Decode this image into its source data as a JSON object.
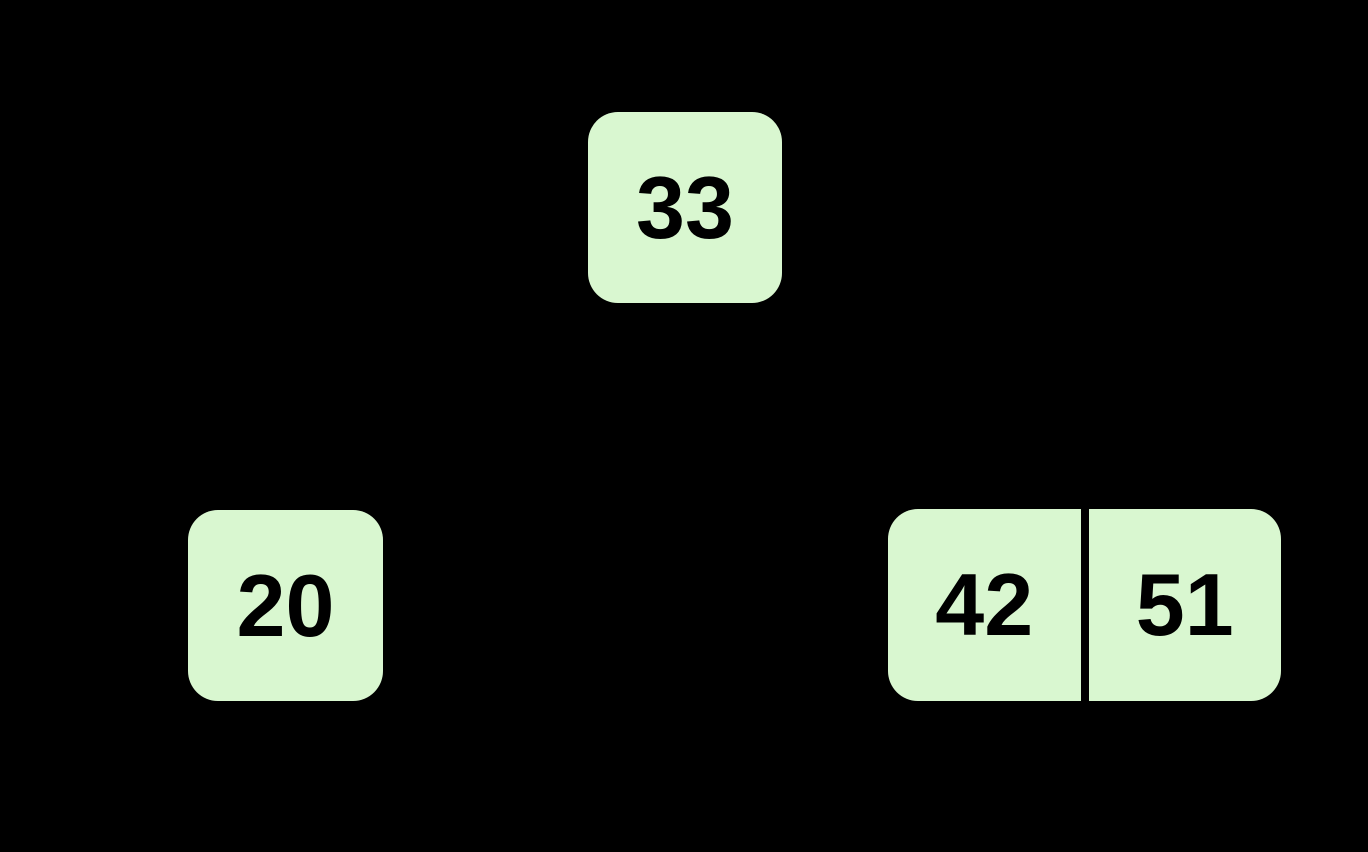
{
  "diagram": {
    "kind": "b-tree-nodes",
    "colors": {
      "background": "#000000",
      "node-fill": "#d9f7d0",
      "node-text": "#000000",
      "divider": "#000000"
    },
    "nodes": [
      {
        "id": "root",
        "keys": [
          "33"
        ]
      },
      {
        "id": "left-child",
        "keys": [
          "20"
        ]
      },
      {
        "id": "right-child",
        "keys": [
          "42",
          "51"
        ]
      }
    ]
  }
}
